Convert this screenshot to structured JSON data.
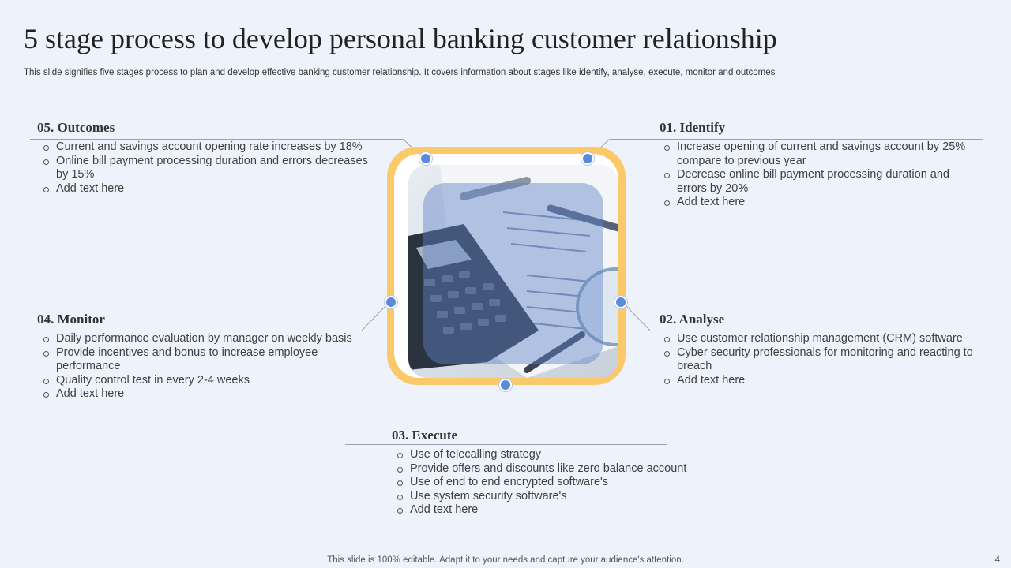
{
  "slide": {
    "title": "5 stage process to develop personal banking customer relationship",
    "subtitle": "This slide signifies five stages process to plan and develop effective banking customer relationship. It covers information about stages like identify, analyse, execute, monitor and outcomes",
    "footer": "This slide is 100% editable. Adapt it to your needs and capture your audience's attention.",
    "page_number": "4"
  },
  "colors": {
    "frame": "#fbc96a",
    "dot": "#5b8ad6",
    "overlay": "#6082c8",
    "background": "#eef3fb"
  },
  "stages": {
    "outcomes": {
      "heading": "05. Outcomes",
      "items": [
        "Current and savings account opening rate increases by 18%",
        "Online bill payment processing duration and errors decreases by 15%",
        "Add text here"
      ]
    },
    "identify": {
      "heading": "01. Identify",
      "items": [
        "Increase opening of current and savings account by 25% compare to previous year",
        "Decrease online bill payment processing duration and errors by 20%",
        "Add text here"
      ]
    },
    "monitor": {
      "heading": "04. Monitor",
      "items": [
        "Daily performance evaluation by manager on weekly basis",
        "Provide incentives and bonus to increase employee performance",
        "Quality control test in every 2-4 weeks",
        "Add text here"
      ]
    },
    "analyse": {
      "heading": "02. Analyse",
      "items": [
        "Use customer relationship management (CRM) software",
        "Cyber security professionals for monitoring and reacting to breach",
        "Add text here"
      ]
    },
    "execute": {
      "heading": "03. Execute",
      "items": [
        "Use of telecalling strategy",
        "Provide offers and discounts like zero balance account",
        "Use of end to end encrypted software's",
        "Use system security software's",
        "Add text here"
      ]
    }
  }
}
